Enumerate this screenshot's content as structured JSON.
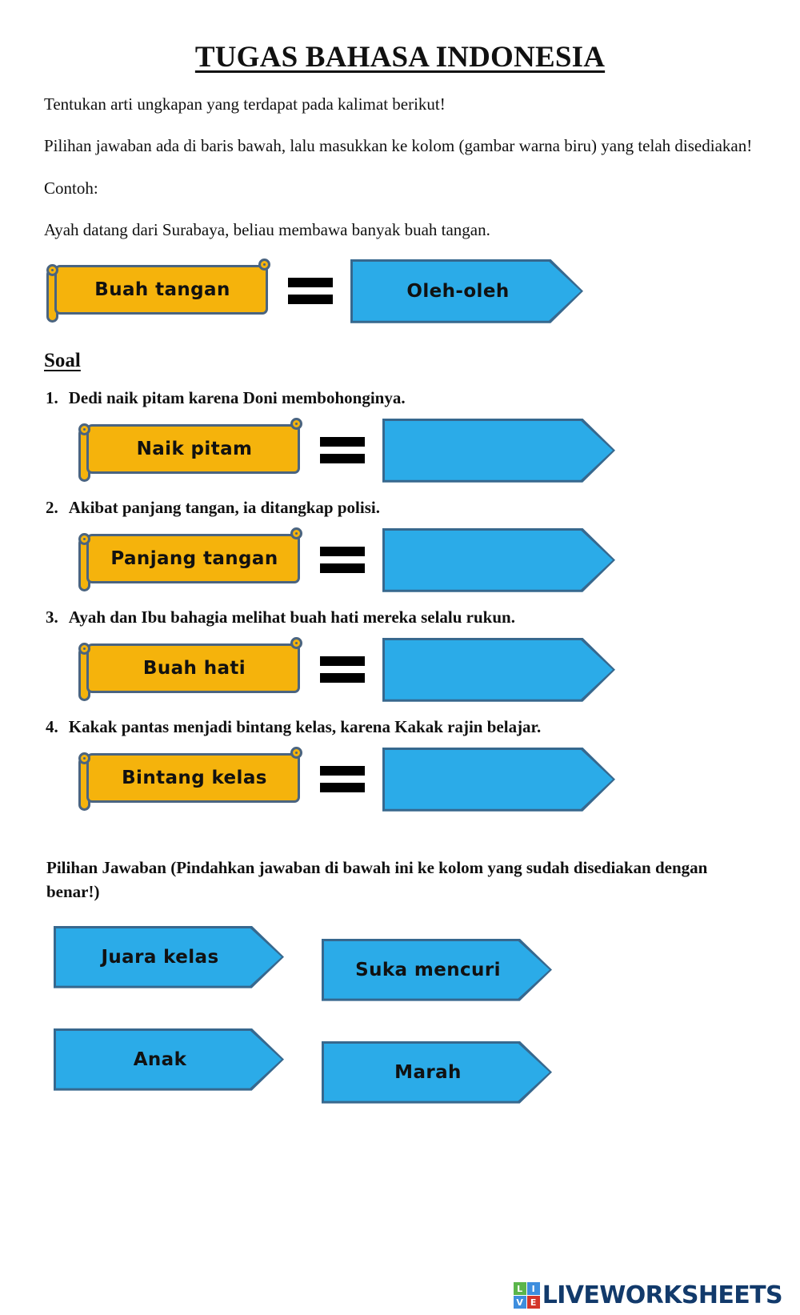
{
  "document": {
    "title": "TUGAS BAHASA INDONESIA",
    "intro_1": "Tentukan arti ungkapan yang terdapat pada kalimat berikut!",
    "intro_2": "Pilihan jawaban ada di baris bawah, lalu masukkan ke kolom (gambar warna biru) yang telah disediakan!",
    "example_label": "Contoh:",
    "example_sentence": "Ayah datang dari Surabaya, beliau membawa banyak buah tangan.",
    "section_heading": "Soal",
    "answers_instruction": "Pilihan Jawaban (Pindahkan jawaban di bawah ini ke kolom yang sudah disediakan dengan benar!)"
  },
  "example": {
    "term": "Buah tangan",
    "equals": "=",
    "meaning": "Oleh-oleh"
  },
  "questions": [
    {
      "number": "1.",
      "sentence": "Dedi naik pitam karena Doni membohonginya.",
      "term": "Naik pitam",
      "answer": ""
    },
    {
      "number": "2.",
      "sentence": "Akibat panjang tangan, ia ditangkap polisi.",
      "term": "Panjang tangan",
      "answer": ""
    },
    {
      "number": "3.",
      "sentence": "Ayah dan Ibu bahagia melihat buah hati mereka selalu rukun.",
      "term": "Buah hati",
      "answer": ""
    },
    {
      "number": "4.",
      "sentence": "Kakak pantas menjadi bintang kelas, karena Kakak rajin belajar.",
      "term": "Bintang kelas",
      "answer": ""
    }
  ],
  "answer_options": [
    {
      "label": "Juara kelas"
    },
    {
      "label": "Suka mencuri"
    },
    {
      "label": "Anak"
    },
    {
      "label": "Marah"
    }
  ],
  "footer": {
    "logo_letters": {
      "l": "L",
      "i": "I",
      "v": "V",
      "e": "E"
    },
    "brand": "LIVEWORKSHEETS"
  },
  "colors": {
    "scroll_fill": "#F5B30C",
    "scroll_border": "#4A6480",
    "arrow_fill": "#2BABE8",
    "arrow_border": "#37688E",
    "equals_bar": "#000000",
    "brand_navy": "#123A6B"
  }
}
